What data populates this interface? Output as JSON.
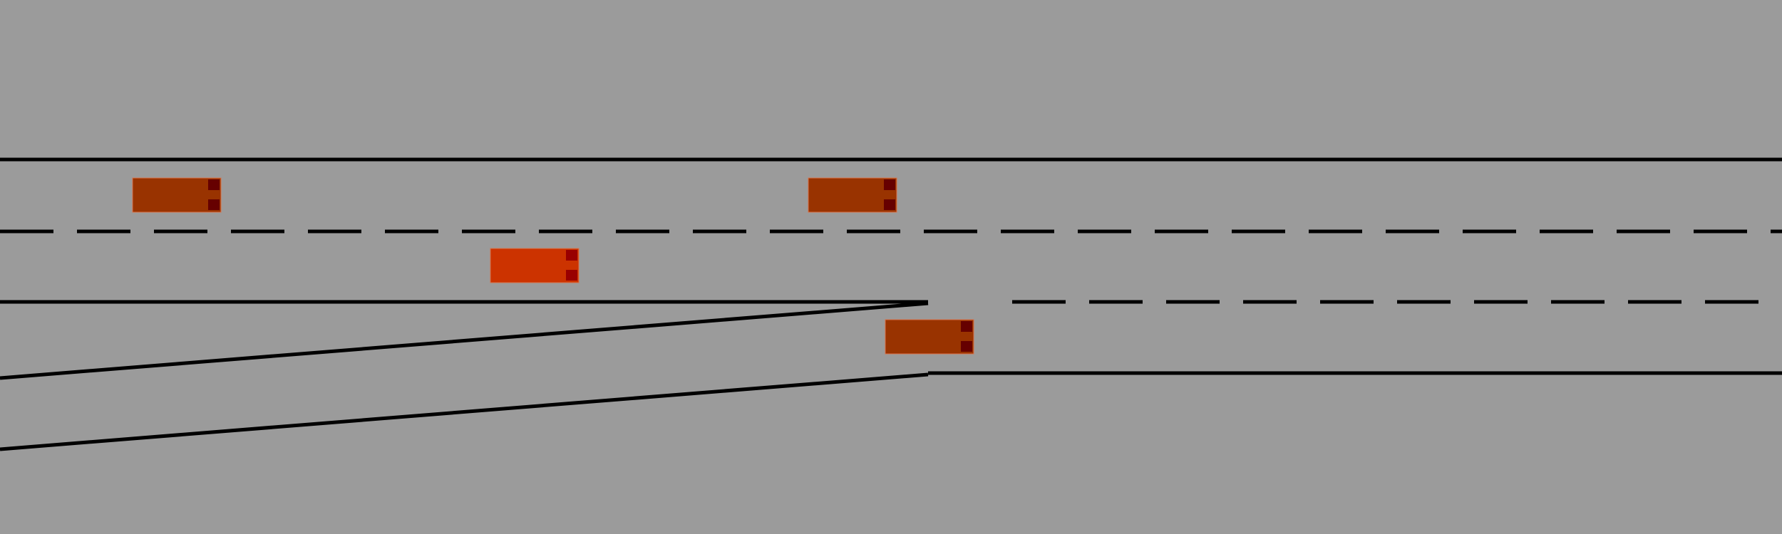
{
  "scene": {
    "type": "highway-merge-simulation",
    "background_color": "#9b9b9b",
    "road_line_color": "#000000"
  },
  "vehicles": [
    {
      "id": "car-1",
      "lane": "main-upper",
      "body_color": "#993300",
      "light_color": "#660000",
      "ego": false
    },
    {
      "id": "car-2",
      "lane": "main-upper",
      "body_color": "#993300",
      "light_color": "#660000",
      "ego": false
    },
    {
      "id": "car-ego",
      "lane": "main-middle",
      "body_color": "#cc3300",
      "light_color": "#990000",
      "ego": true
    },
    {
      "id": "car-3",
      "lane": "merge",
      "body_color": "#993300",
      "light_color": "#660000",
      "ego": false
    }
  ]
}
